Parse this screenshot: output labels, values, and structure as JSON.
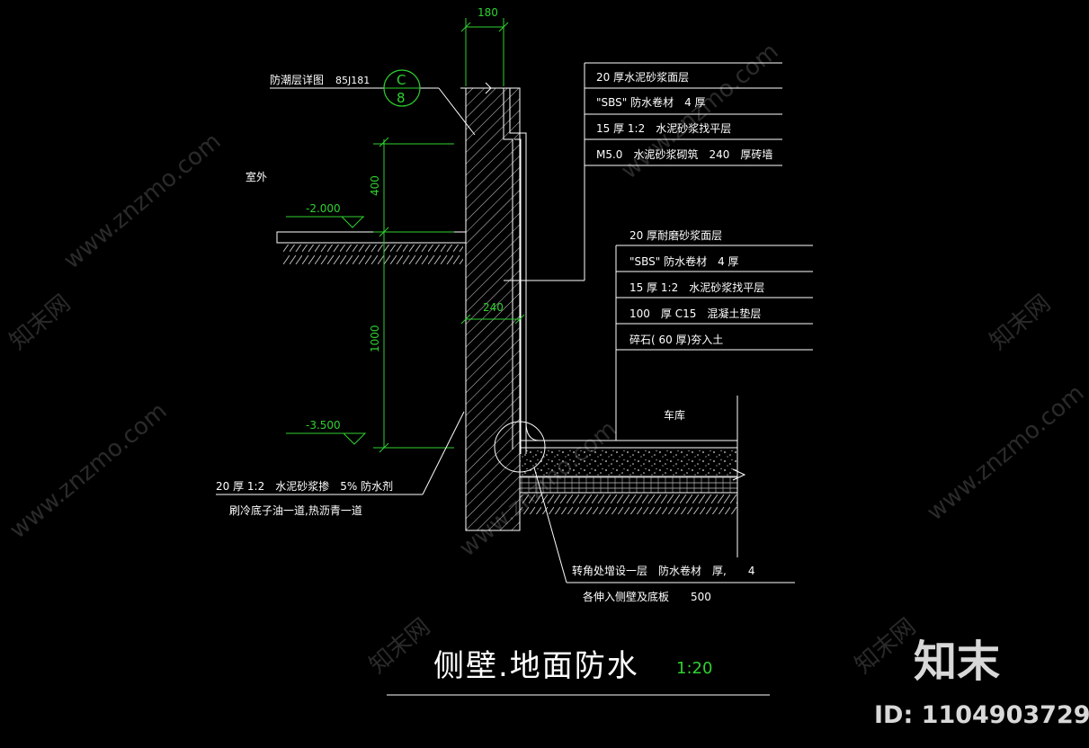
{
  "drawing": {
    "title": "侧壁.地面防水",
    "scale": "1:20",
    "outdoor_label": "室外",
    "garage_label": "车库",
    "detail_ref_label": "防潮层详图",
    "detail_ref_code": "85J181",
    "detail_symbol_top": "C",
    "detail_symbol_bottom": "8"
  },
  "dimensions": {
    "wall_thickness_top": "180",
    "wall_thickness_mid": "240",
    "height_upper": "400",
    "height_lower": "1000",
    "elev_ground": "-2.000",
    "elev_floor": "-3.500"
  },
  "wall_layers": [
    "20 厚水泥砂浆面层",
    "\"SBS\" 防水卷材　4 厚",
    "15 厚 1:2　水泥砂浆找平层",
    "M5.0　水泥砂浆砌筑　240　厚砖墙"
  ],
  "floor_layers": [
    "20 厚耐磨砂浆面层",
    "\"SBS\" 防水卷材　4 厚",
    "15 厚 1:2　水泥砂浆找平层",
    "100　厚 C15　混凝土垫层",
    "碎石( 60 厚)夯入土"
  ],
  "notes": {
    "exterior_line1": "20 厚 1:2　水泥砂浆掺　5% 防水剂",
    "exterior_line2": "刷冷底子油一道,热沥青一道",
    "corner_line1": "转角处增设一层　防水卷材　厚,　　4",
    "corner_line2": "各伸入侧壁及底板　　500"
  },
  "watermark": {
    "site": "www.znzmo.com",
    "brand": "知末网",
    "logo_text": "知末",
    "id_text": "ID: 1104903729"
  }
}
